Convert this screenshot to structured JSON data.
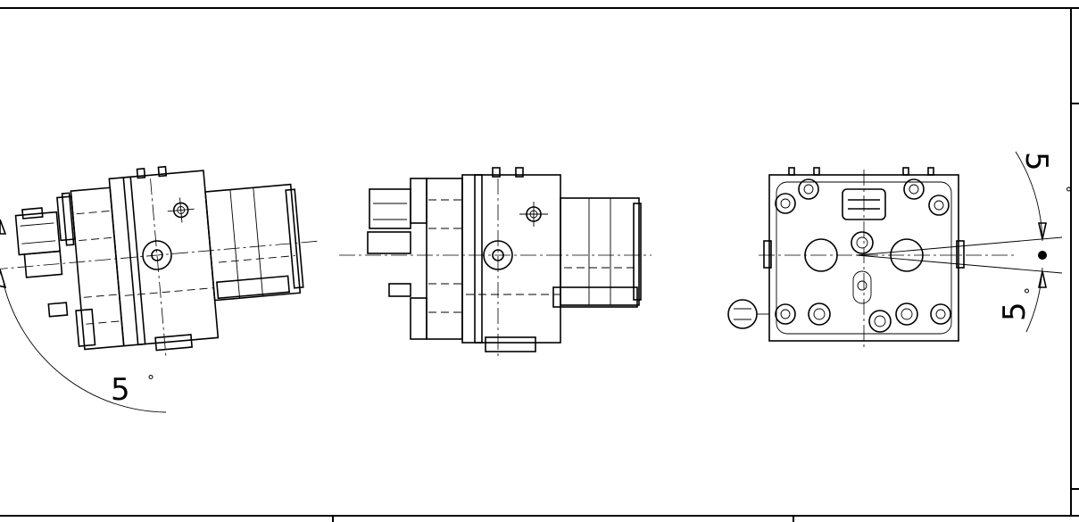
{
  "drawing": {
    "views": [
      {
        "id": "left-view",
        "rotation_deg": -5
      },
      {
        "id": "front-view",
        "rotation_deg": 0
      },
      {
        "id": "end-view",
        "rotation_deg": 0
      }
    ],
    "annotations": {
      "left_angle": {
        "value": "5",
        "unit": "°"
      },
      "right_angle_top": {
        "value": "5",
        "unit": "°"
      },
      "right_angle_bottom": {
        "value": "5",
        "unit": "°"
      }
    }
  }
}
